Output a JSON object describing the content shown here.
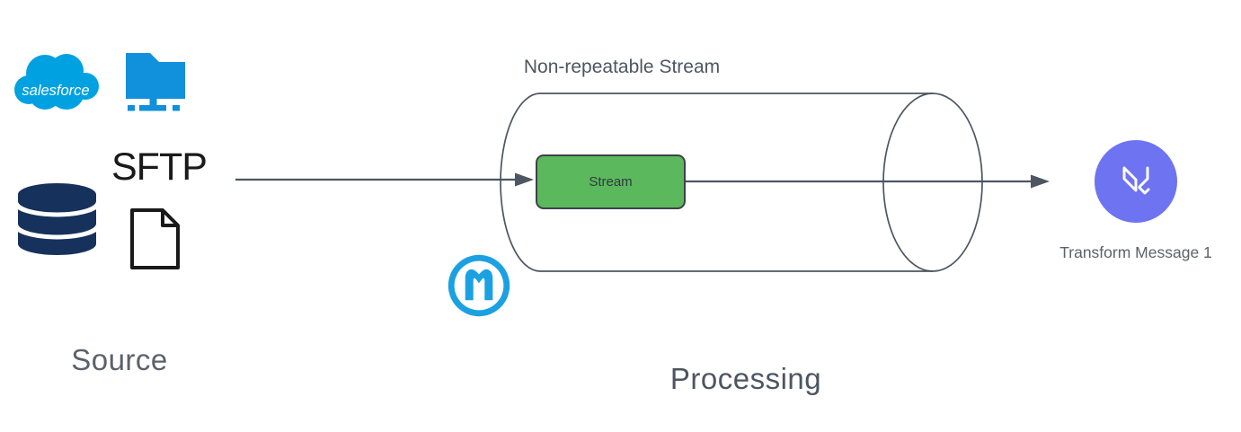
{
  "colors": {
    "salesforce_blue": "#00A1E0",
    "folder_blue": "#1191DB",
    "database_navy": "#16325C",
    "file_outline": "#1A1A1A",
    "line_gray": "#4D5661",
    "label_gray": "#5B6269",
    "stream_green": "#5CB85C",
    "stream_border": "#3A434B",
    "mulesoft_blue": "#1BA1E2",
    "transform_indigo": "#6E73F1"
  },
  "source": {
    "label": "Source",
    "salesforce_logo_text": "salesforce",
    "sftp_label": "SFTP",
    "icons": [
      "salesforce-cloud-logo",
      "network-folder-icon",
      "database-icon",
      "file-icon"
    ]
  },
  "processing": {
    "label": "Processing",
    "container_label": "Non-repeatable Stream",
    "stream_step_label": "Stream",
    "icon": "mulesoft-logo"
  },
  "target": {
    "label": "Transform Message 1",
    "icon": "dataweave-transform-icon"
  }
}
